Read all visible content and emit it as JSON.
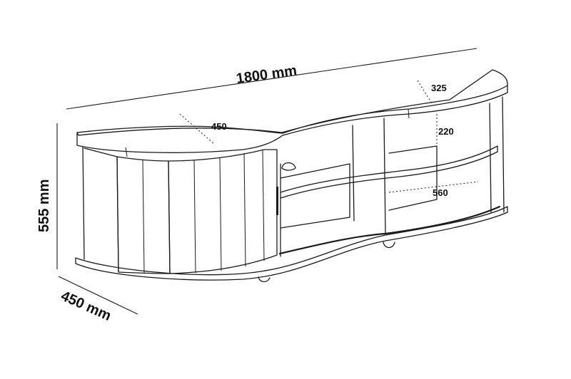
{
  "diagram": {
    "dimensions": {
      "width": "1800 mm",
      "height": "555 mm",
      "depth": "450 mm"
    },
    "inner": {
      "left_depth": "450",
      "right_depth": "325",
      "shelf_height": "220",
      "shelf_width": "560"
    }
  },
  "colors": {
    "line": "#1a1a1a",
    "background": "#ffffff"
  }
}
